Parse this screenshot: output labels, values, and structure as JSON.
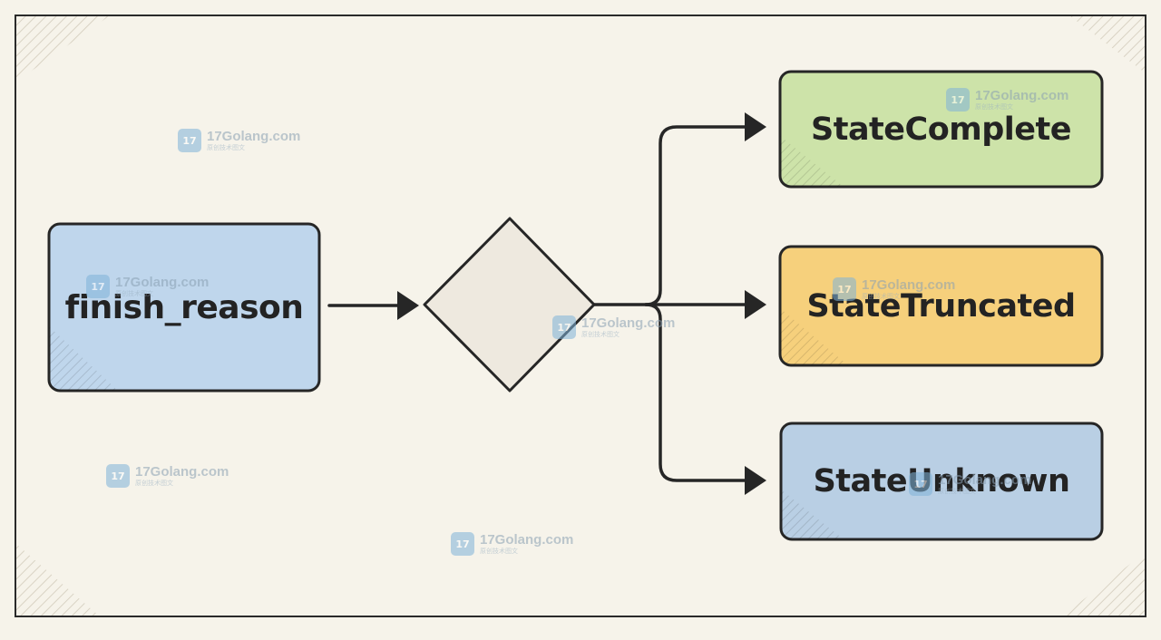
{
  "diagram": {
    "input": {
      "label": "finish_reason"
    },
    "outputs": [
      {
        "label": "StateComplete",
        "fill": "#cde3a9"
      },
      {
        "label": "StateTruncated",
        "fill": "#f6d07c"
      },
      {
        "label": "StateUnknown",
        "fill": "#b9cfe4"
      }
    ],
    "colors": {
      "background": "#f6f3ea",
      "input_fill": "#bfd6ec",
      "decision_fill": "#eee9df",
      "stroke": "#262626"
    }
  },
  "watermark": {
    "logo_text": "17",
    "title": "17Golang.com",
    "subtitle": "原创技术图文"
  }
}
